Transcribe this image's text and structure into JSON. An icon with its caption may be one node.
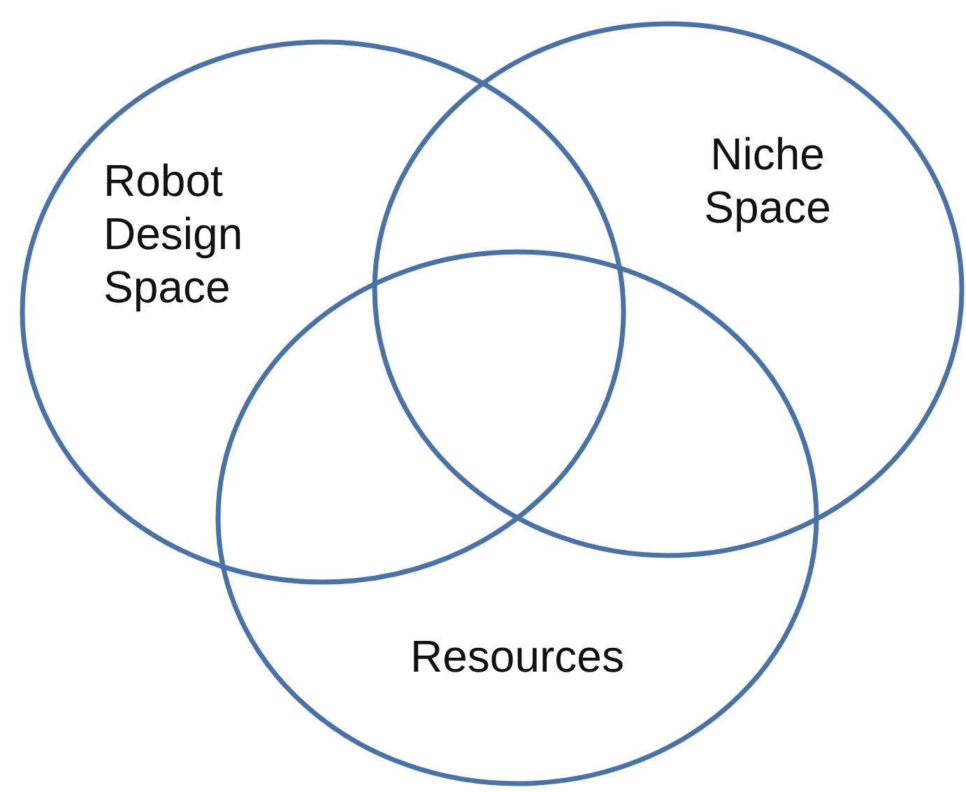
{
  "diagram": {
    "nodes": [
      {
        "text": [
          "Robot Design Space"
        ]
      },
      {
        "text": [
          "Niche Space"
        ]
      },
      {
        "text": [
          "Resources"
        ]
      }
    ]
  }
}
